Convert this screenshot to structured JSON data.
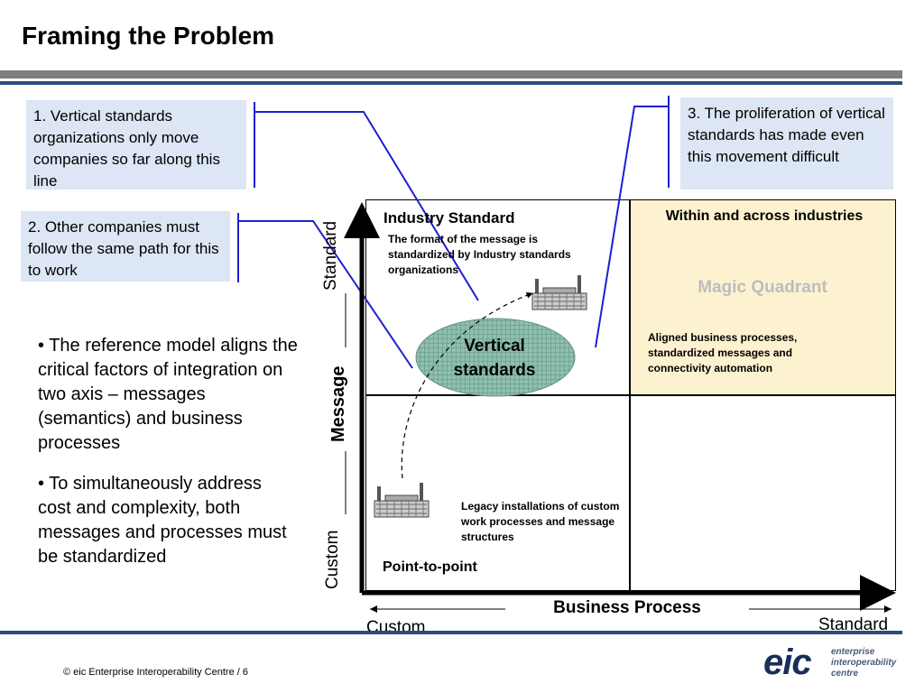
{
  "slide": {
    "title": "Framing the Problem",
    "callout1": "1. Vertical standards organizations only move companies so far along this line",
    "callout2": "2. Other companies must follow the same path for this to work",
    "callout3": "3. The proliferation of vertical standards has made even this movement difficult",
    "bullet1": "• The reference model aligns the critical factors of integration on two axis – messages (semantics) and business processes",
    "bullet2": "• To simultaneously address cost and complexity, both messages and processes must be standardized"
  },
  "matrix": {
    "industry_standard": "Industry Standard",
    "industry_desc": "The format of the message is standardized by Industry standards organizations",
    "within_across": "Within and across industries",
    "magic_quadrant": "Magic Quadrant",
    "aligned_desc": "Aligned business processes, standardized messages and connectivity automation",
    "vertical_standards": "Vertical standards",
    "legacy_desc": "Legacy installations of custom work processes and message structures",
    "point_to_point": "Point-to-point",
    "y_axis_label": "Message",
    "y_top": "Standard",
    "y_bottom": "Custom",
    "x_axis_label": "Business Process",
    "x_left": "Custom",
    "x_right": "Standard"
  },
  "footer": {
    "copyright": "©   eic Enterprise Interoperability Centre / 6",
    "logo_mark": "eic",
    "logo_line1": "enterprise",
    "logo_line2": "interoperability",
    "logo_line3": "centre"
  },
  "colors": {
    "callout_bg": "#dce6f4",
    "quadrant_highlight": "#fdf2d0",
    "connector": "#1f1fd0",
    "header_bar": "#7f7f7f",
    "rule_blue": "#2e4a7a"
  }
}
